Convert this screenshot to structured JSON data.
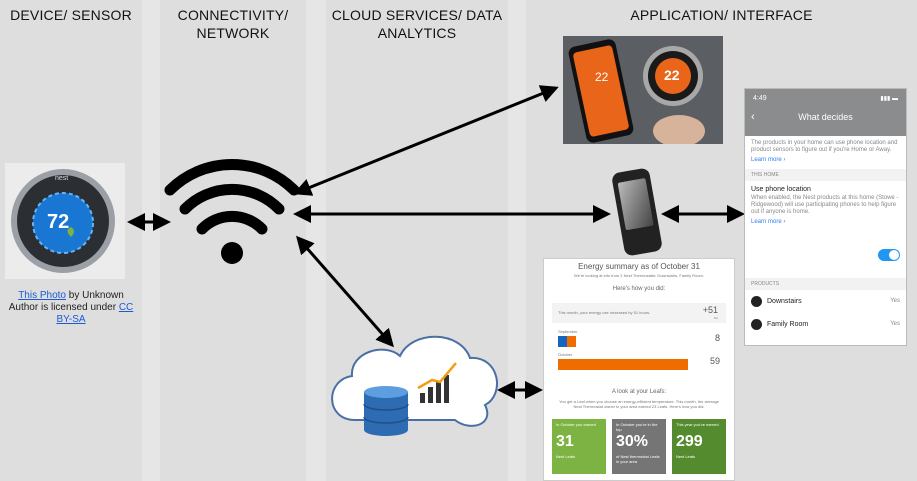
{
  "columns": {
    "device": "DEVICE/ SENSOR",
    "connectivity_1": "CONNECTIVITY/",
    "connectivity_2": "NETWORK",
    "cloud_1": "CLOUD SERVICES/ DATA",
    "cloud_2": "ANALYTICS",
    "application": "APPLICATION/ INTERFACE"
  },
  "thermostat": {
    "brand": "nest",
    "temperature": "72"
  },
  "app_photo": {
    "phone_temp": "22",
    "thermostat_temp": "22"
  },
  "credit": {
    "link1": "This Photo",
    "text1": " by Unknown Author is licensed under ",
    "link2": "CC BY-SA"
  },
  "phone_ui": {
    "time": "4:49",
    "title": "What decides",
    "intro": "The products in your home can use phone location and product sensors to figure out if you're Home or Away.",
    "learn_more_1": "Learn more ›",
    "section": "THIS HOME",
    "setting_title": "Use phone location",
    "setting_desc": "When enabled, the Nest products at this home (Stowe - Ridgewood) will use participating phones to help figure out if anyone is home.",
    "learn_more_2": "Learn more ›",
    "products_header": "PRODUCTS",
    "products": [
      {
        "name": "Downstairs",
        "value": "Yes"
      },
      {
        "name": "Family Room",
        "value": "Yes"
      }
    ]
  },
  "energy": {
    "title": "Energy summary as of October 31",
    "subtitle": "We're looking at info from 2 Nest Thermostats: Downstairs, Family Room.",
    "how": "Here's how you did:",
    "increase_text": "This month, your energy use increased by 51 hours.",
    "increase_val": "+51",
    "sept_label": "September",
    "sept_val": "8",
    "oct_label": "October",
    "oct_val": "59",
    "unit": "hrs",
    "sept_hours": 8,
    "oct_hours": 59,
    "leafs_title": "A look at your Leafs:",
    "leafs_text": "You get a Leaf when you choose an energy-efficient temperature. This month, the average Nest Thermostat owner in your area earned 23 Leafs. Here's how you did:",
    "tiles": [
      {
        "caption": "In October you earned",
        "value": "31",
        "label": "Nest Leafs",
        "color": "#7cb342"
      },
      {
        "caption": "In October you're in the top",
        "value": "30%",
        "label": "of Nest thermostat Leafs in your area",
        "color": "#757575"
      },
      {
        "caption": "This year you've earned",
        "value": "299",
        "label": "Nest Leafs",
        "color": "#558b2f"
      }
    ]
  }
}
